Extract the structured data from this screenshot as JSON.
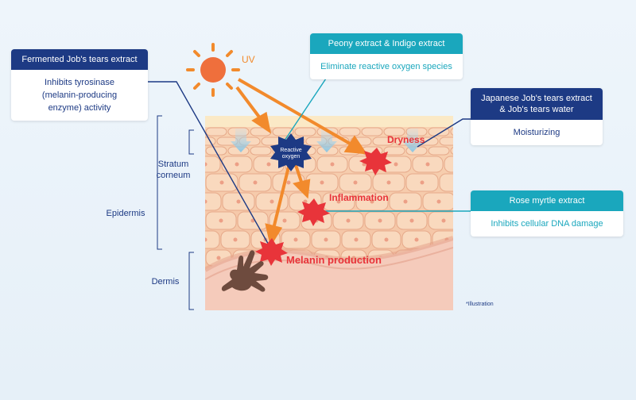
{
  "callouts": {
    "fermented": {
      "title": "Fermented Job's tears extract",
      "body": "Inhibits tyrosinase (melanin-producing enzyme) activity"
    },
    "peony": {
      "title": "Peony extract & Indigo extract",
      "body": "Eliminate reactive oxygen species"
    },
    "japanese": {
      "title_line1": "Japanese Job's tears extract",
      "title_line2": "& Job's tears water",
      "body": "Moisturizing"
    },
    "rose": {
      "title": "Rose myrtle extract",
      "body": "Inhibits cellular DNA damage"
    }
  },
  "labels": {
    "uv": "UV",
    "reactive_line1": "Reactive",
    "reactive_line2": "oxygen",
    "dryness": "Dryness",
    "inflammation": "Inflammation",
    "melanin": "Melanin production",
    "stratum_line1": "Stratum",
    "stratum_line2": "corneum",
    "epidermis": "Epidermis",
    "dermis": "Dermis",
    "illustration_note": "*Illustration"
  },
  "colors": {
    "navy": "#1d3a84",
    "teal": "#1aa7bd",
    "orange": "#f28a2c",
    "red": "#e8343a",
    "skin": "#f7cfb0",
    "melanocyte": "#6e4b3e"
  }
}
